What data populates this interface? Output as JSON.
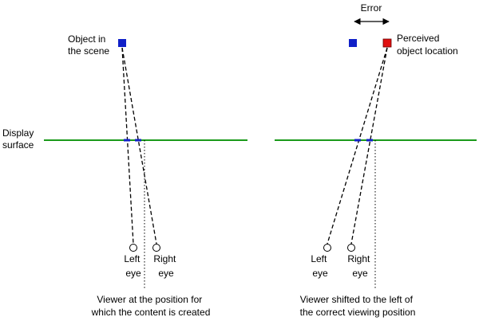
{
  "left_panel": {
    "object_label": [
      "Object in",
      "the scene"
    ],
    "display_label": [
      "Display",
      "surface"
    ],
    "left_eye_label": [
      "Left",
      "eye"
    ],
    "right_eye_label": [
      "Right",
      "eye"
    ],
    "caption": [
      "Viewer at the position for",
      "which the content is created"
    ]
  },
  "right_panel": {
    "error_label": "Error",
    "perceived_label": [
      "Perceived",
      "object location"
    ],
    "left_eye_label": [
      "Left",
      "eye"
    ],
    "right_eye_label": [
      "Right",
      "eye"
    ],
    "caption": [
      "Viewer shifted to the left of",
      "the correct viewing position"
    ]
  },
  "colors": {
    "display_surface": "#1a9a1a",
    "object_marker": "#1020c8",
    "perceived_marker": "#e01010",
    "line": "#000000"
  }
}
